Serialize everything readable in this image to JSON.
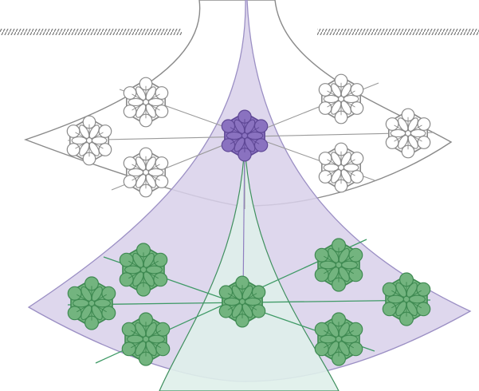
{
  "diagram": {
    "kind": "branching-flower-illustration",
    "elements": [
      {
        "type": "hatched-ground-line",
        "count": 2
      },
      {
        "type": "fan-shape",
        "style": "white-outline",
        "count": 1
      },
      {
        "type": "fan-shape",
        "style": "lavender",
        "count": 1
      },
      {
        "type": "fan-shape",
        "style": "pale-green",
        "count": 1
      },
      {
        "type": "hexagonal-flower",
        "style": "white-outline",
        "count": 6
      },
      {
        "type": "hexagonal-flower",
        "style": "purple-hub",
        "count": 1
      },
      {
        "type": "hexagonal-flower",
        "style": "green",
        "count": 7
      }
    ]
  },
  "colors": {
    "ground_line": "#7a7a7a",
    "outline_gray": "#8a8a8a",
    "white_fill": "#ffffff",
    "lavender_fill": "#d8d0ea",
    "lavender_stroke": "#9b8fc4",
    "pale_green_fill": "#dff0ea",
    "green_stroke": "#3f8f5e",
    "green_flower_fill": "#73b47f",
    "green_flower_dark": "#3f8a52",
    "purple_flower_fill": "#8a72c0",
    "purple_flower_dark": "#5f4896",
    "connector_gray": "#9a9a9a",
    "connector_purple": "#8f7fc0",
    "connector_green": "#3f9a66"
  }
}
